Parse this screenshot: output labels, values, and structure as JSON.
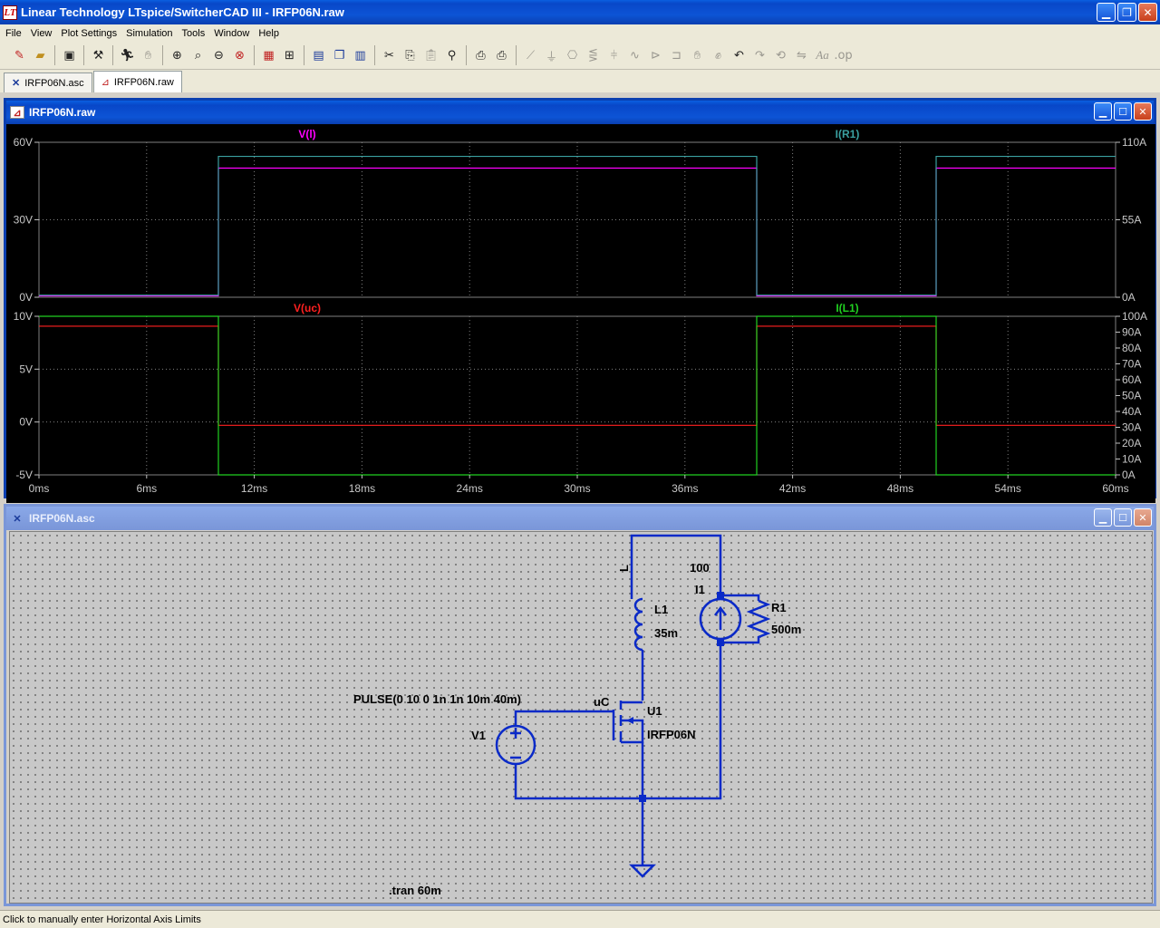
{
  "app": {
    "title": "Linear Technology LTspice/SwitcherCAD III - IRFP06N.raw",
    "logo": "LT"
  },
  "menu": [
    "File",
    "View",
    "Plot Settings",
    "Simulation",
    "Tools",
    "Window",
    "Help"
  ],
  "toolbar_icons": [
    "new-schematic-icon",
    "open-icon",
    "save-icon",
    "control-panel-icon",
    "run-icon",
    "halt-icon",
    "zoom-in-icon",
    "zoom-area-icon",
    "zoom-out-icon",
    "zoom-cancel-icon",
    "autorange-icon",
    "plot-settings-icon",
    "tile-horizontal-icon",
    "cascade-icon",
    "tile-vertical-icon",
    "cut-icon",
    "copy-icon",
    "paste-icon",
    "find-icon",
    "print-setup-icon",
    "print-icon",
    "wire-icon",
    "ground-icon",
    "label-icon",
    "resistor-icon",
    "capacitor-icon",
    "inductor-icon",
    "diode-icon",
    "component-icon",
    "move-icon",
    "drag-icon",
    "undo-icon",
    "redo-icon",
    "rotate-icon",
    "mirror-icon",
    "text-icon",
    "spice-directive-icon"
  ],
  "tabs": [
    {
      "label": "IRFP06N.asc",
      "active": false
    },
    {
      "label": "IRFP06N.raw",
      "active": true
    }
  ],
  "plot_window": {
    "title": "IRFP06N.raw"
  },
  "schematic_window": {
    "title": "IRFP06N.asc"
  },
  "chart_data": [
    {
      "type": "line",
      "title": "",
      "x_ticks": [
        "0ms",
        "6ms",
        "12ms",
        "18ms",
        "24ms",
        "30ms",
        "36ms",
        "42ms",
        "48ms",
        "54ms",
        "60ms"
      ],
      "xlim": [
        0,
        60
      ],
      "left_axis": {
        "ticks": [
          "0V",
          "30V",
          "60V"
        ],
        "ylim": [
          0,
          60
        ]
      },
      "right_axis": {
        "ticks": [
          "0A",
          "55A",
          "110A"
        ],
        "ylim": [
          0,
          110
        ]
      },
      "grid": true,
      "series": [
        {
          "name": "V(l)",
          "color": "#ff00ff",
          "axis": "left",
          "x": [
            0,
            10,
            10,
            40,
            40,
            50,
            50,
            60
          ],
          "y": [
            0.5,
            0.5,
            50,
            50,
            0.5,
            0.5,
            50,
            50
          ]
        },
        {
          "name": "I(R1)",
          "color": "#3aa0a0",
          "axis": "right",
          "x": [
            0,
            10,
            10,
            40,
            40,
            50,
            50,
            60
          ],
          "y": [
            1.5,
            1.5,
            100,
            100,
            1.5,
            1.5,
            100,
            100
          ]
        }
      ]
    },
    {
      "type": "line",
      "title": "",
      "x_ticks": [
        "0ms",
        "6ms",
        "12ms",
        "18ms",
        "24ms",
        "30ms",
        "36ms",
        "42ms",
        "48ms",
        "54ms",
        "60ms"
      ],
      "xlim": [
        0,
        60
      ],
      "left_axis": {
        "ticks": [
          "-5V",
          "0V",
          "5V",
          "10V"
        ],
        "ylim": [
          -5,
          11
        ]
      },
      "right_axis": {
        "ticks": [
          "0A",
          "10A",
          "20A",
          "30A",
          "40A",
          "50A",
          "60A",
          "70A",
          "80A",
          "90A",
          "100A"
        ],
        "ylim": [
          0,
          100
        ]
      },
      "grid": true,
      "series": [
        {
          "name": "V(uc)",
          "color": "#ff2020",
          "axis": "left",
          "x": [
            0,
            10,
            10,
            40,
            40,
            50,
            50,
            60
          ],
          "y": [
            10,
            10,
            0,
            0,
            10,
            10,
            0,
            0
          ]
        },
        {
          "name": "I(L1)",
          "color": "#20d020",
          "axis": "right",
          "x": [
            0,
            10,
            10,
            40,
            40,
            50,
            50,
            60
          ],
          "y": [
            100,
            100,
            0,
            0,
            100,
            100,
            0,
            0
          ]
        }
      ]
    }
  ],
  "schematic": {
    "label_L": "L",
    "L1_name": "L1",
    "L1_value": "35m",
    "I1_value": "100",
    "I1_name": "I1",
    "R1_name": "R1",
    "R1_value": "500m",
    "U1_name": "U1",
    "U1_model": "IRFP06N",
    "uC_label": "uC",
    "V1_name": "V1",
    "V1_value": "PULSE(0 10 0 1n 1n 10m 40m)",
    "directive": ".tran 60m",
    "wire_color": "#0a2ac8"
  },
  "status": "Click to manually enter Horizontal Axis Limits"
}
